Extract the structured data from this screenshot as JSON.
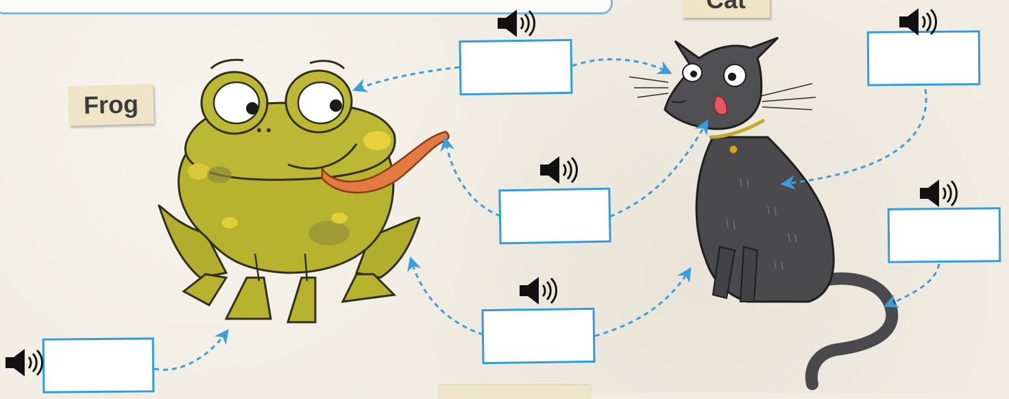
{
  "labels": {
    "frog": "Frog",
    "cat": "Cat"
  },
  "answer_boxes": [
    {
      "id": "box-top-middle",
      "value": ""
    },
    {
      "id": "box-top-right",
      "value": ""
    },
    {
      "id": "box-middle",
      "value": ""
    },
    {
      "id": "box-right-middle",
      "value": ""
    },
    {
      "id": "box-bottom-middle",
      "value": ""
    },
    {
      "id": "box-bottom-left",
      "value": ""
    }
  ],
  "icons": {
    "audio": "speaker-icon"
  },
  "colors": {
    "arrow": "#3a9de0",
    "box_border": "#2f9be0",
    "frog_body": "#b6b22e",
    "cat_body": "#4a4a4d",
    "background": "#f1ede3"
  }
}
